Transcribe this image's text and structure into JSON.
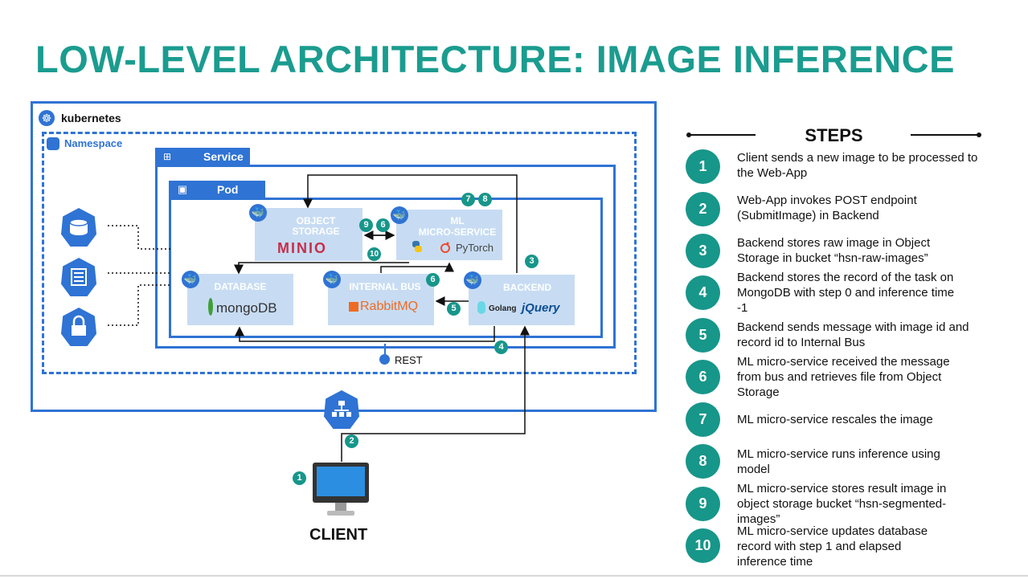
{
  "title": "LOW-LEVEL ARCHITECTURE: IMAGE INFERENCE",
  "labels": {
    "kubernetes": "kubernetes",
    "namespace": "Namespace",
    "service": "Service",
    "pod": "Pod",
    "rest": "REST",
    "client": "CLIENT"
  },
  "components": {
    "object_storage": {
      "title": "OBJECT STORAGE",
      "logo": "MINIO"
    },
    "ml_service": {
      "title_line1": "ML",
      "title_line2": "MICRO-SERVICE",
      "logo": "PyTorch"
    },
    "database": {
      "title": "DATABASE",
      "logo": "mongoDB"
    },
    "internal_bus": {
      "title": "INTERNAL BUS",
      "logo": "RabbitMQ"
    },
    "backend": {
      "title": "BACKEND",
      "logo1": "Golang",
      "logo2": "jQuery"
    }
  },
  "badges": [
    "1",
    "2",
    "3",
    "4",
    "5",
    "6",
    "7",
    "8",
    "9",
    "10"
  ],
  "steps_title": "STEPS",
  "steps": [
    {
      "num": "1",
      "text": "Client sends a new image to be processed to the Web-App"
    },
    {
      "num": "2",
      "text": "Web-App invokes POST endpoint (SubmitImage) in Backend"
    },
    {
      "num": "3",
      "text": "Backend stores raw image in Object Storage in bucket “hsn-raw-images”"
    },
    {
      "num": "4",
      "text": "Backend stores the record of the task on MongoDB with step 0 and inference time -1"
    },
    {
      "num": "5",
      "text": "Backend sends message with image id and record id to Internal Bus"
    },
    {
      "num": "6",
      "text": "ML micro-service received the message from bus and retrieves file from Object Storage"
    },
    {
      "num": "7",
      "text": "ML micro-service rescales the image"
    },
    {
      "num": "8",
      "text": "ML micro-service runs inference using model"
    },
    {
      "num": "9",
      "text": "ML micro-service stores result image in object storage bucket “hsn-segmented-images”"
    },
    {
      "num": "10",
      "text": "ML micro-service updates database record with step 1 and elapsed inference time"
    }
  ],
  "colors": {
    "teal": "#1a9c8f",
    "blue": "#2f73d4",
    "component_bg": "#c7dcf3"
  }
}
